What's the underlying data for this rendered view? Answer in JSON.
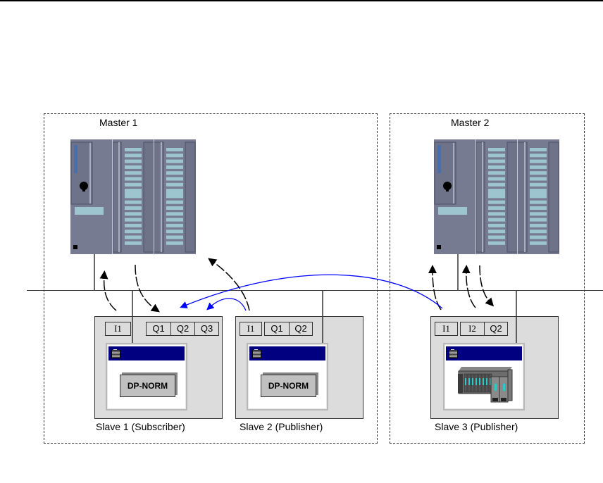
{
  "diagram": {
    "masters": [
      {
        "label": "Master 1"
      },
      {
        "label": "Master 2"
      }
    ],
    "slaves": [
      {
        "label": "Slave 1 (Subscriber)",
        "ports": [
          "I1",
          "Q1",
          "Q2",
          "Q3"
        ],
        "module": "DP-NORM"
      },
      {
        "label": "Slave 2 (Publisher)",
        "ports": [
          "I1",
          "Q1",
          "Q2"
        ],
        "module": "DP-NORM"
      },
      {
        "label": "Slave 3 (Publisher)",
        "ports": [
          "I1",
          "I2",
          "Q2"
        ],
        "module": "ET 200 station"
      }
    ],
    "colors": {
      "plc_body": "#777b91",
      "plc_led": "#9cc5d0",
      "slave_bg": "#dcdcdc",
      "titlebar": "#000080",
      "crosstraffic_arrow": "#0000ff",
      "normal_arrow": "#000000"
    }
  }
}
